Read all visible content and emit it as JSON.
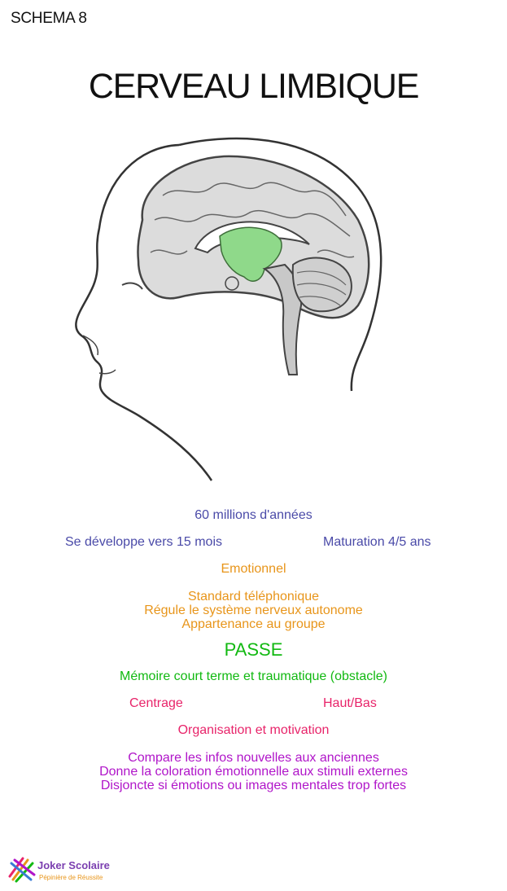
{
  "header": {
    "schema_label": "SCHEMA 8",
    "title": "CERVEAU LIMBIQUE"
  },
  "illustration": {
    "icon": "brain-head-profile-icon",
    "highlight_color": "#8fd98a",
    "brain_color": "#c8c8c8"
  },
  "info": {
    "age": "60 millions d'années",
    "development_left": "Se développe vers 15 mois",
    "development_right": "Maturation 4/5 ans",
    "category": "Emotionnel",
    "roles": [
      "Standard téléphonique",
      "Régule le système nerveux autonome",
      "Appartenance au groupe"
    ],
    "time": "PASSE",
    "memory": "Mémoire court terme et traumatique (obstacle)",
    "axis_left": "Centrage",
    "axis_right": "Haut/Bas",
    "functions": "Organisation et motivation",
    "details": [
      "Compare les infos nouvelles aux anciennes",
      "Donne la coloration émotionnelle aux stimuli externes",
      "Disjoncte si émotions ou images mentales trop fortes"
    ]
  },
  "logo": {
    "name": "Joker Scolaire",
    "tagline": "Pépinière de Réussite"
  },
  "colors": {
    "blue": "#4a4aa8",
    "orange": "#e8951a",
    "green": "#12b912",
    "pink": "#e8246a",
    "purple": "#b015c9"
  }
}
